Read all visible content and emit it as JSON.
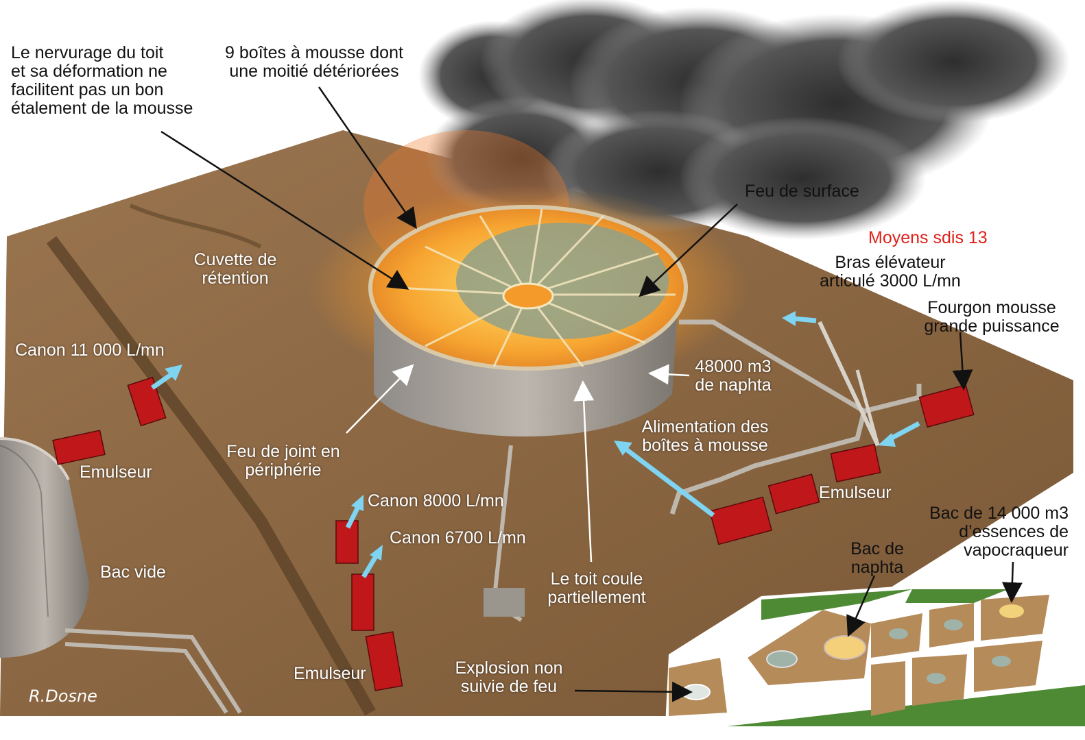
{
  "labels": {
    "nervurage": "Le nervurage du toit\net sa déformation ne\nfacilitent pas un bon\nétalement de la mousse",
    "boites": "9 boîtes à mousse dont\nune moitié détériorées",
    "feu_surface": "Feu de surface",
    "moyens": "Moyens sdis 13",
    "bras": "Bras élévateur\narticulé 3000 L/mn",
    "fourgon": "Fourgon mousse\ngrande puissance",
    "cuvette": "Cuvette de\nrétention",
    "canon_11000": "Canon 11 000 L/mn",
    "naphta_volume": "48000 m3\nde naphta",
    "alimentation": "Alimentation des\nboîtes à mousse",
    "feu_joint": "Feu de joint en\npériphérie",
    "emulseur_left": "Emulseur",
    "emulseur_right": "Emulseur",
    "emulseur_bottom": "Emulseur",
    "canon_8000": "Canon 8000 L/mn",
    "canon_6700": "Canon 6700 L/mn",
    "bac_vide": "Bac vide",
    "toit_coule": "Le toit coule\npartiellement",
    "bac_14000": "Bac de 14 000 m3\nd’essences de\nvapocraqueur",
    "bac_naphta": "Bac de\nnaphta",
    "explosion": "Explosion non\nsuivie de feu",
    "signature": "R.Dosne"
  },
  "colors": {
    "ground": "#8a6642",
    "fire": "#f7b23a",
    "smoke": "#3a3a3a",
    "arrow": "#7fd4f2",
    "truck": "#c0171b",
    "accent_red": "#e0201a"
  }
}
